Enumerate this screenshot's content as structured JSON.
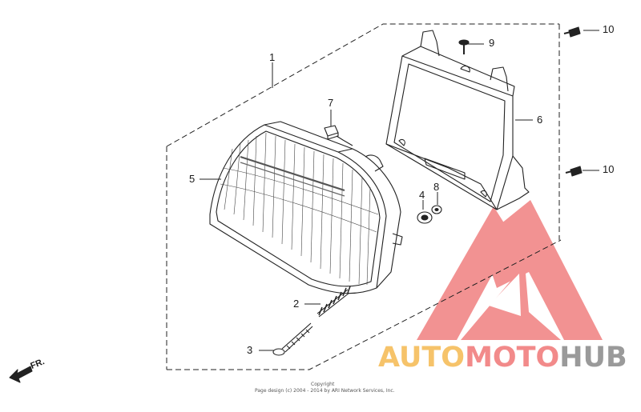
{
  "callouts": {
    "c1": "1",
    "c2": "2",
    "c3": "3",
    "c4": "4",
    "c5": "5",
    "c6": "6",
    "c7": "7",
    "c8": "8",
    "c9": "9",
    "c10a": "10",
    "c10b": "10"
  },
  "direction": {
    "label": "FR."
  },
  "watermark": {
    "part1": "AUTO",
    "part2": "MOTO",
    "part3": "HUB",
    "color1": "#f6c36a",
    "color2": "#f28a8a",
    "color3": "#9a9a9a",
    "logo_color": "#f08080"
  },
  "copyright": {
    "line1": "Copyright",
    "line2": "Page design (c) 2004 - 2014 by ARI Network Services, Inc."
  }
}
